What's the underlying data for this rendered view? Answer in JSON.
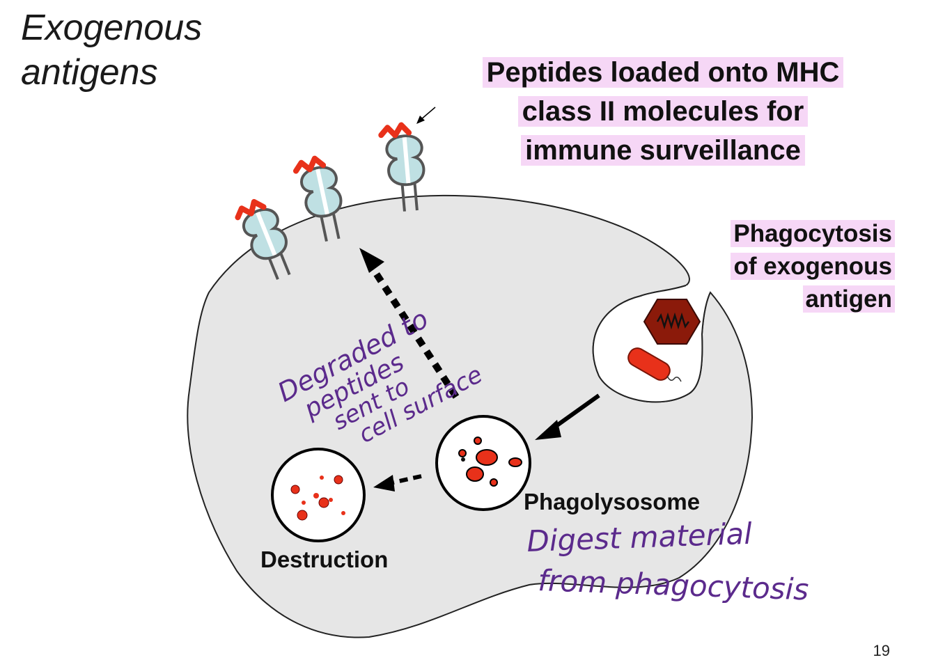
{
  "title": {
    "line1": "Exogenous",
    "line2": "antigens"
  },
  "callouts": {
    "mhc": [
      "Peptides loaded onto MHC",
      "class II molecules for",
      "immune surveillance"
    ],
    "phagocytosis": [
      "Phagocytosis",
      "of exogenous",
      "antigen"
    ]
  },
  "labels": {
    "phagolysosome": "Phagolysosome",
    "destruction": "Destruction"
  },
  "handwritten": {
    "degraded": [
      "Degraded to",
      "peptides",
      "sent to",
      "cell surface"
    ],
    "digest": [
      "Digest material",
      "from phagocytosis"
    ]
  },
  "page_number": "19",
  "colors": {
    "cell_fill": "#e6e6e6",
    "mhc_fill": "#bfe0e3",
    "peptide": "#e8311a",
    "highlight": "#f6d7f6",
    "handwriting": "#5b2a8c",
    "virus": "#8b1a0a",
    "bacterium": "#e8311a"
  }
}
